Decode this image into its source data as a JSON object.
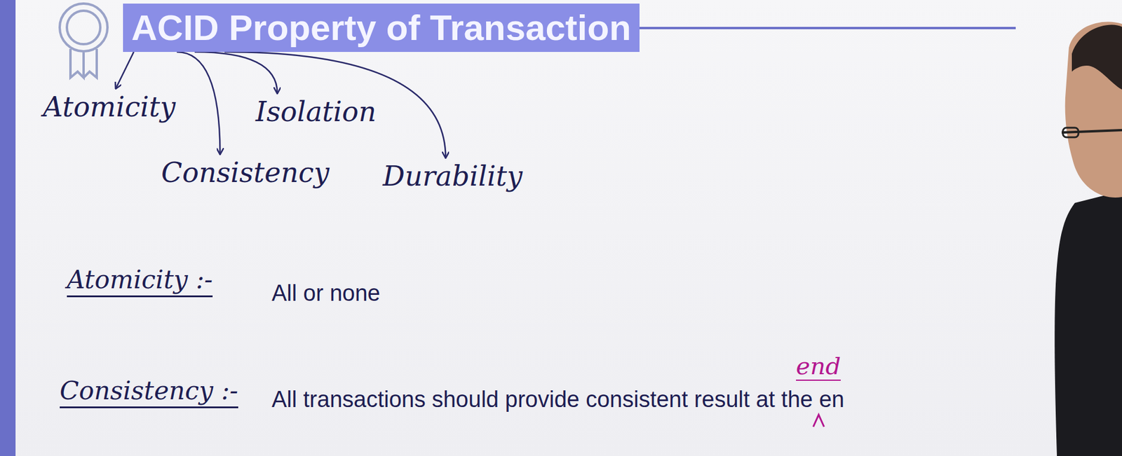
{
  "diagram": {
    "nodes": [
      {
        "text": [
          "ACID Property of Transaction"
        ]
      },
      {
        "text": [
          "Atomicity"
        ]
      },
      {
        "text": [
          "Consistency"
        ]
      },
      {
        "text": [
          "Isolation"
        ]
      },
      {
        "text": [
          "Durability"
        ]
      }
    ],
    "edges": [
      {
        "from": 0,
        "to": 1,
        "arrow": "to"
      },
      {
        "from": 0,
        "to": 2,
        "arrow": "to"
      },
      {
        "from": 0,
        "to": 3,
        "arrow": "to"
      },
      {
        "from": 0,
        "to": 4,
        "arrow": "to"
      }
    ],
    "labels": [
      "Atomicity :-",
      "All or none",
      "Consistency :-",
      "All transactions should provide consistent result at the en",
      "end"
    ]
  }
}
